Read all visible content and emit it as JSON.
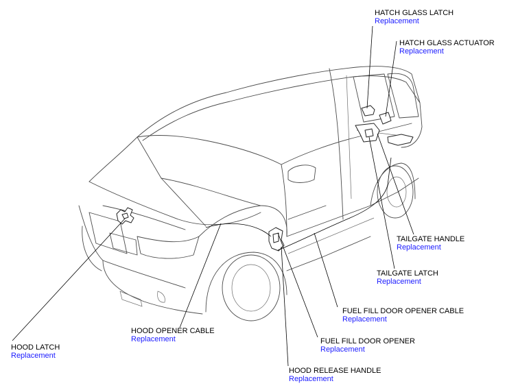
{
  "callouts": [
    {
      "id": "hatch-glass-latch",
      "name": "HATCH GLASS LATCH",
      "link": "Replacement"
    },
    {
      "id": "hatch-glass-actuator",
      "name": "HATCH GLASS ACTUATOR",
      "link": "Replacement"
    },
    {
      "id": "tailgate-handle",
      "name": "TAILGATE HANDLE",
      "link": "Replacement"
    },
    {
      "id": "tailgate-latch",
      "name": "TAILGATE LATCH",
      "link": "Replacement"
    },
    {
      "id": "fuel-fill-door-opener-cable",
      "name": "FUEL FILL DOOR OPENER CABLE",
      "link": "Replacement"
    },
    {
      "id": "hood-opener-cable",
      "name": "HOOD OPENER CABLE",
      "link": "Replacement"
    },
    {
      "id": "fuel-fill-door-opener",
      "name": "FUEL FILL DOOR OPENER",
      "link": "Replacement"
    },
    {
      "id": "hood-latch",
      "name": "HOOD LATCH",
      "link": "Replacement"
    },
    {
      "id": "hood-release-handle",
      "name": "HOOD RELEASE HANDLE",
      "link": "Replacement"
    }
  ],
  "colors": {
    "label": "#000000",
    "link": "#1a1aff",
    "line": "#4a4a4a"
  }
}
